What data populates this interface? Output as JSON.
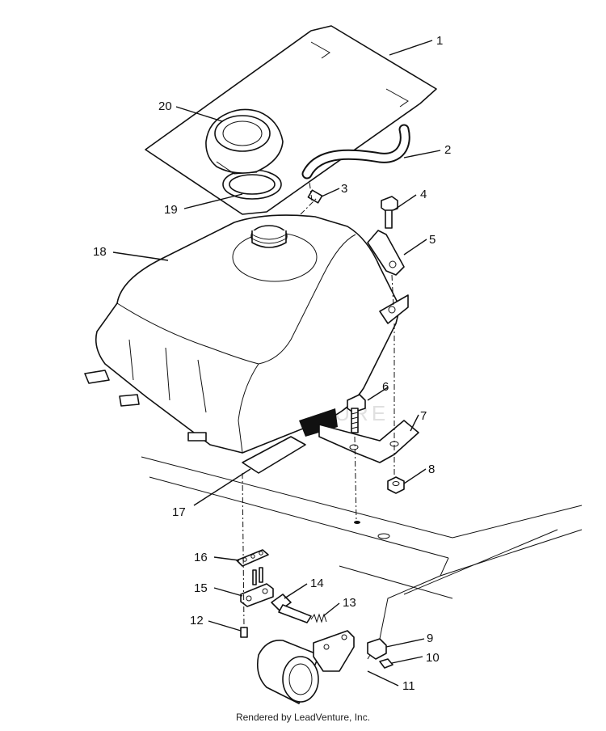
{
  "diagram": {
    "callouts": [
      "1",
      "2",
      "3",
      "4",
      "5",
      "6",
      "7",
      "8",
      "9",
      "10",
      "11",
      "12",
      "13",
      "14",
      "15",
      "16",
      "17",
      "18",
      "19",
      "20"
    ],
    "watermark": "LEADVENTURE",
    "footer": "Rendered by LeadVenture, Inc."
  }
}
